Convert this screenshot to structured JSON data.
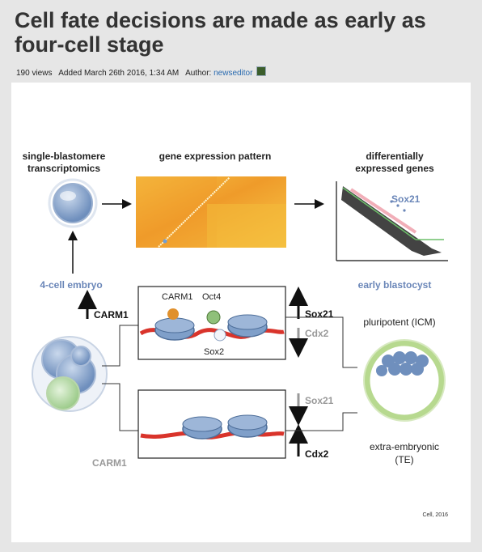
{
  "article": {
    "title": "Cell fate decisions are made as early as four-cell stage",
    "views": "190 views",
    "added": "Added March 26th 2016, 1:34 AM",
    "author_label": "Author:",
    "author_name": "newseditor"
  },
  "figure": {
    "label_sbt_1": "single-blastomere",
    "label_sbt_2": "transcriptomics",
    "label_gep": "gene expression pattern",
    "label_deg_1": "differentially",
    "label_deg_2": "expressed genes",
    "label_sox21_plot": "Sox21",
    "label_4cell": "4-cell embryo",
    "label_early_blastocyst": "early blastocyst",
    "label_carm1_bold": "CARM1",
    "label_carm1_grey": "CARM1",
    "label_carm1_top": "CARM1",
    "label_oct4": "Oct4",
    "label_sox2": "Sox2",
    "label_sox21_up": "Sox21",
    "label_cdx2_down": "Cdx2",
    "label_sox21_down": "Sox21",
    "label_cdx2_up": "Cdx2",
    "label_pluripotent": "pluripotent (ICM)",
    "label_extra_1": "extra-embryonic",
    "label_extra_2": "(TE)",
    "citation": "Cell, 2016",
    "colors": {
      "blue_label": "#6a86b8",
      "nucleosome_blue": "#7f9fc9",
      "dna_red": "#d9342b",
      "heatmap_bg": "#f3b233",
      "grey_text": "#8a8a8a"
    }
  }
}
